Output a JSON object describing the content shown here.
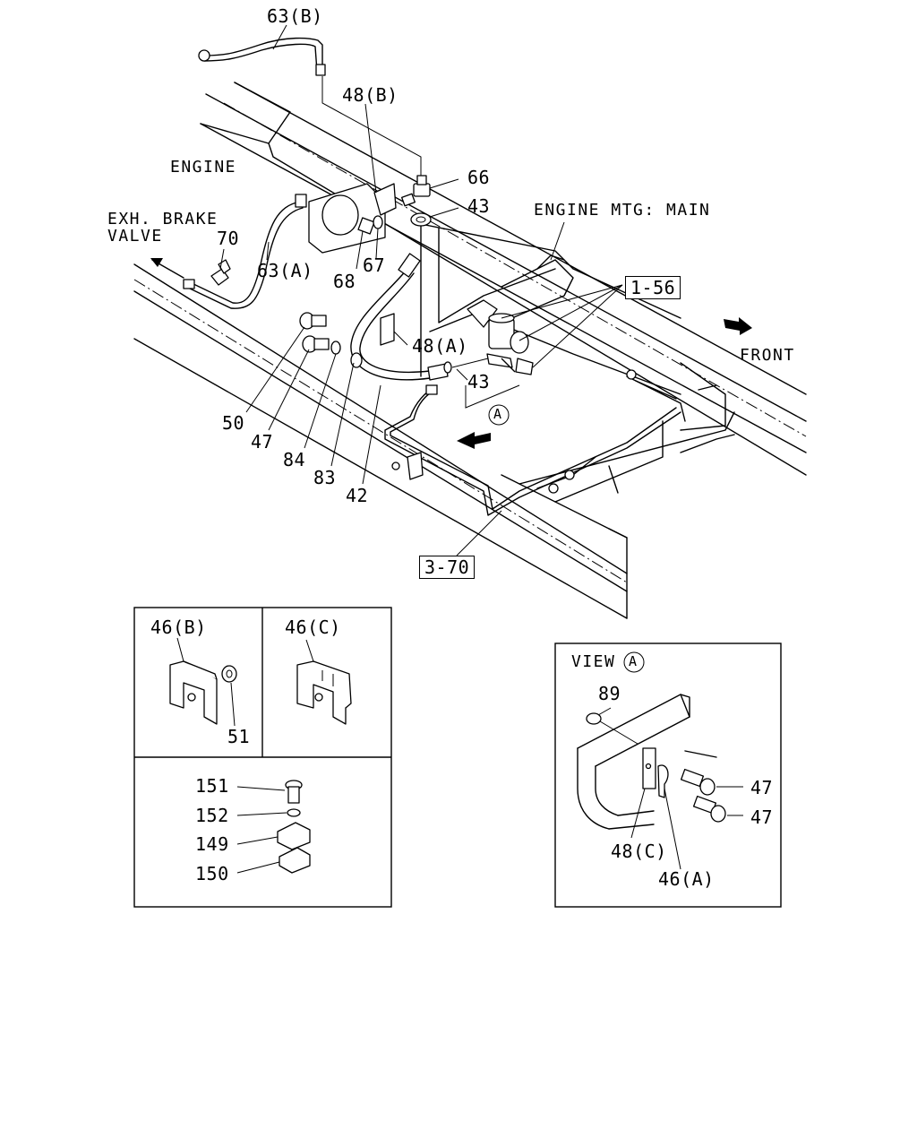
{
  "callouts": {
    "p63b": "63(B)",
    "p48b": "48(B)",
    "engine": "ENGINE",
    "p66": "66",
    "p43_top": "43",
    "engine_mtg": "ENGINE MTG: MAIN",
    "exh_brake_1": "EXH. BRAKE",
    "exh_brake_2": "VALVE",
    "p70": "70",
    "p63a": "63(A)",
    "p68": "68",
    "p67": "67",
    "ref_1_56": "1-56",
    "p48a": "48(A)",
    "front": "FRONT",
    "p43_mid": "43",
    "circle_a": "A",
    "p50": "50",
    "p47": "47",
    "p84": "84",
    "p83": "83",
    "p42": "42",
    "ref_3_70": "3-70"
  },
  "inset_clamps": {
    "p46b": "46(B)",
    "p51": "51",
    "p46c": "46(C)",
    "p151": "151",
    "p152": "152",
    "p149": "149",
    "p150": "150"
  },
  "inset_view_a": {
    "view_label": "VIEW",
    "view_circle": "A",
    "p89": "89",
    "p47_a": "47",
    "p47_b": "47",
    "p48c": "48(C)",
    "p46a": "46(A)"
  }
}
